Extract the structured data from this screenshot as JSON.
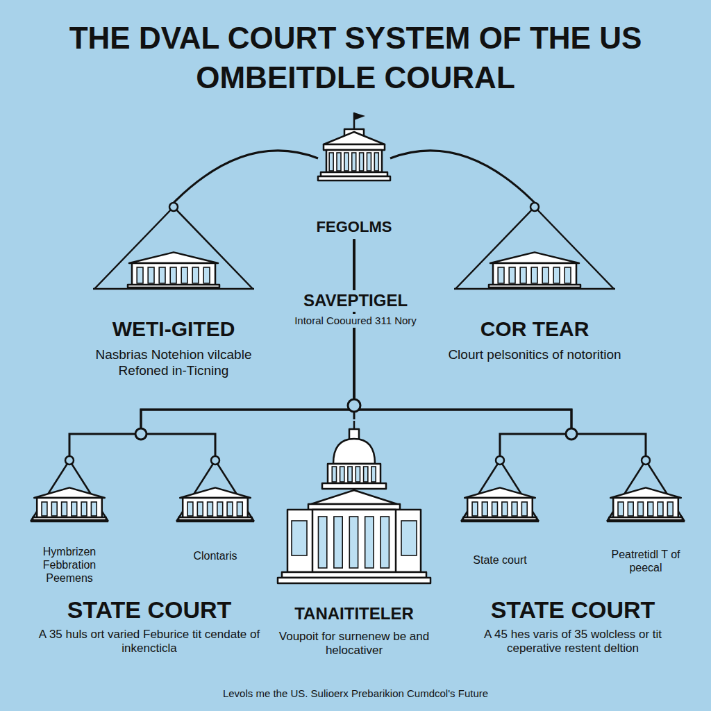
{
  "diagram": {
    "title": "THE DVAL COURT SYSTEM OF THE US OMBEITDLE COURAL",
    "caption": "Levols me the US. Sulioerx Prebarikion Cumdcol's Future",
    "nodes": [
      {
        "text": [
          "FEGOLMS"
        ]
      },
      {
        "text": [
          "WETI-GITED",
          "Nasbrias Notehion vilcable Refoned in-Ticning"
        ]
      },
      {
        "text": [
          "COR TEAR",
          "Clourt pelsonitics of notorition"
        ]
      },
      {
        "text": [
          "Hymbrizen Febbration Peemens"
        ]
      },
      {
        "text": [
          "Clontaris"
        ]
      },
      {
        "text": [
          "TANAITITELER",
          "Voupoit for surnenew be and helocativer"
        ]
      },
      {
        "text": [
          "State court"
        ]
      },
      {
        "text": [
          "Peatretidl T of peecal"
        ]
      }
    ],
    "edges": [
      {
        "from": 0,
        "to": 1,
        "arrow": "none"
      },
      {
        "from": 0,
        "to": 2,
        "arrow": "none"
      },
      {
        "from": 0,
        "to": 3,
        "arrow": "none"
      },
      {
        "from": 0,
        "to": 4,
        "arrow": "none"
      },
      {
        "from": 0,
        "to": 5,
        "arrow": "none"
      },
      {
        "from": 0,
        "to": 6,
        "arrow": "none"
      },
      {
        "from": 0,
        "to": 7,
        "arrow": "none"
      }
    ],
    "labels": [
      "SAVEPTIGEL",
      "Intoral Coouured 311 Nory",
      "STATE COURT",
      "A 35 huls ort varied Feburice tit cendate of inkencticla",
      "STATE COURT",
      "A 45 hes varis of 35 wolcless or tit ceperative restent deltion"
    ]
  }
}
